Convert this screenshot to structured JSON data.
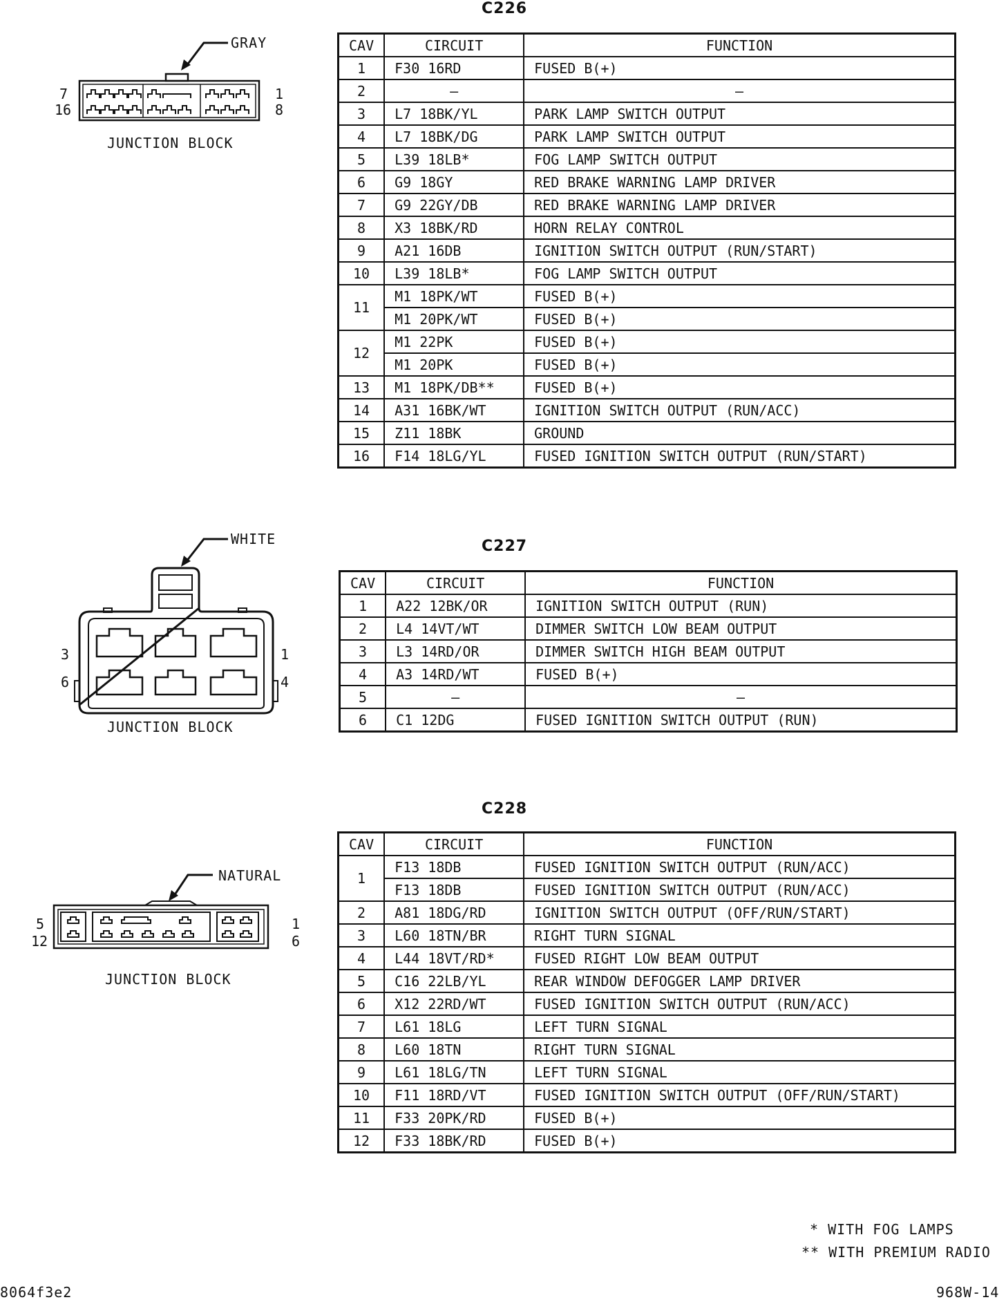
{
  "connectors": [
    {
      "id": "C226",
      "color_label": "GRAY",
      "block_label": "JUNCTION BLOCK",
      "pin_labels": {
        "top_left": "7",
        "bottom_left": "16",
        "top_right": "1",
        "bottom_right": "8"
      },
      "headers": [
        "CAV",
        "CIRCUIT",
        "FUNCTION"
      ],
      "rows": [
        {
          "cav": "1",
          "circuit": "F30 16RD",
          "function": "FUSED B(+)"
        },
        {
          "cav": "2",
          "circuit": "–",
          "function": "–"
        },
        {
          "cav": "3",
          "circuit": "L7 18BK/YL",
          "function": "PARK LAMP SWITCH OUTPUT"
        },
        {
          "cav": "4",
          "circuit": "L7 18BK/DG",
          "function": "PARK LAMP SWITCH OUTPUT"
        },
        {
          "cav": "5",
          "circuit": "L39 18LB*",
          "function": "FOG LAMP SWITCH OUTPUT"
        },
        {
          "cav": "6",
          "circuit": "G9 18GY",
          "function": "RED BRAKE WARNING LAMP DRIVER"
        },
        {
          "cav": "7",
          "circuit": "G9 22GY/DB",
          "function": "RED BRAKE WARNING LAMP DRIVER"
        },
        {
          "cav": "8",
          "circuit": "X3 18BK/RD",
          "function": "HORN RELAY CONTROL"
        },
        {
          "cav": "9",
          "circuit": "A21 16DB",
          "function": "IGNITION SWITCH OUTPUT (RUN/START)"
        },
        {
          "cav": "10",
          "circuit": "L39 18LB*",
          "function": "FOG LAMP SWITCH OUTPUT"
        },
        {
          "cav": "11",
          "circuit": "M1 18PK/WT",
          "function": "FUSED B(+)"
        },
        {
          "cav": "11",
          "circuit": "M1 20PK/WT",
          "function": "FUSED B(+)"
        },
        {
          "cav": "12",
          "circuit": "M1 22PK",
          "function": "FUSED B(+)"
        },
        {
          "cav": "12",
          "circuit": "M1 20PK",
          "function": "FUSED B(+)"
        },
        {
          "cav": "13",
          "circuit": "M1 18PK/DB**",
          "function": "FUSED B(+)"
        },
        {
          "cav": "14",
          "circuit": "A31 16BK/WT",
          "function": "IGNITION SWITCH OUTPUT (RUN/ACC)"
        },
        {
          "cav": "15",
          "circuit": "Z11 18BK",
          "function": "GROUND"
        },
        {
          "cav": "16",
          "circuit": "F14 18LG/YL",
          "function": "FUSED IGNITION SWITCH OUTPUT (RUN/START)"
        }
      ]
    },
    {
      "id": "C227",
      "color_label": "WHITE",
      "block_label": "JUNCTION BLOCK",
      "pin_labels": {
        "top_left": "3",
        "bottom_left": "6",
        "top_right": "1",
        "bottom_right": "4"
      },
      "headers": [
        "CAV",
        "CIRCUIT",
        "FUNCTION"
      ],
      "rows": [
        {
          "cav": "1",
          "circuit": "A22 12BK/OR",
          "function": "IGNITION SWITCH OUTPUT (RUN)"
        },
        {
          "cav": "2",
          "circuit": "L4 14VT/WT",
          "function": "DIMMER SWITCH LOW BEAM OUTPUT"
        },
        {
          "cav": "3",
          "circuit": "L3 14RD/OR",
          "function": "DIMMER SWITCH HIGH BEAM OUTPUT"
        },
        {
          "cav": "4",
          "circuit": "A3 14RD/WT",
          "function": "FUSED B(+)"
        },
        {
          "cav": "5",
          "circuit": "–",
          "function": "–"
        },
        {
          "cav": "6",
          "circuit": "C1 12DG",
          "function": "FUSED IGNITION SWITCH OUTPUT (RUN)"
        }
      ]
    },
    {
      "id": "C228",
      "color_label": "NATURAL",
      "block_label": "JUNCTION BLOCK",
      "pin_labels": {
        "top_left": "5",
        "bottom_left": "12",
        "top_right": "1",
        "bottom_right": "6"
      },
      "headers": [
        "CAV",
        "CIRCUIT",
        "FUNCTION"
      ],
      "rows": [
        {
          "cav": "1",
          "circuit": "F13 18DB",
          "function": "FUSED IGNITION SWITCH OUTPUT (RUN/ACC)"
        },
        {
          "cav": "1",
          "circuit": "F13 18DB",
          "function": "FUSED IGNITION SWITCH OUTPUT (RUN/ACC)"
        },
        {
          "cav": "2",
          "circuit": "A81 18DG/RD",
          "function": "IGNITION SWITCH OUTPUT (OFF/RUN/START)"
        },
        {
          "cav": "3",
          "circuit": "L60 18TN/BR",
          "function": "RIGHT TURN SIGNAL"
        },
        {
          "cav": "4",
          "circuit": "L44 18VT/RD*",
          "function": "FUSED RIGHT LOW BEAM OUTPUT"
        },
        {
          "cav": "5",
          "circuit": "C16 22LB/YL",
          "function": "REAR WINDOW DEFOGGER LAMP DRIVER"
        },
        {
          "cav": "6",
          "circuit": "X12 22RD/WT",
          "function": "FUSED IGNITION SWITCH OUTPUT (RUN/ACC)"
        },
        {
          "cav": "7",
          "circuit": "L61 18LG",
          "function": "LEFT TURN SIGNAL"
        },
        {
          "cav": "8",
          "circuit": "L60 18TN",
          "function": "RIGHT TURN SIGNAL"
        },
        {
          "cav": "9",
          "circuit": "L61 18LG/TN",
          "function": "LEFT TURN SIGNAL"
        },
        {
          "cav": "10",
          "circuit": "F11 18RD/VT",
          "function": "FUSED IGNITION SWITCH OUTPUT (OFF/RUN/START)"
        },
        {
          "cav": "11",
          "circuit": "F33 20PK/RD",
          "function": "FUSED B(+)"
        },
        {
          "cav": "12",
          "circuit": "F33 18BK/RD",
          "function": "FUSED B(+)"
        }
      ]
    }
  ],
  "notes": [
    "* WITH FOG LAMPS",
    "** WITH PREMIUM RADIO"
  ],
  "footer": {
    "left_code": "8064f3e2",
    "right_code": "968W-14"
  }
}
